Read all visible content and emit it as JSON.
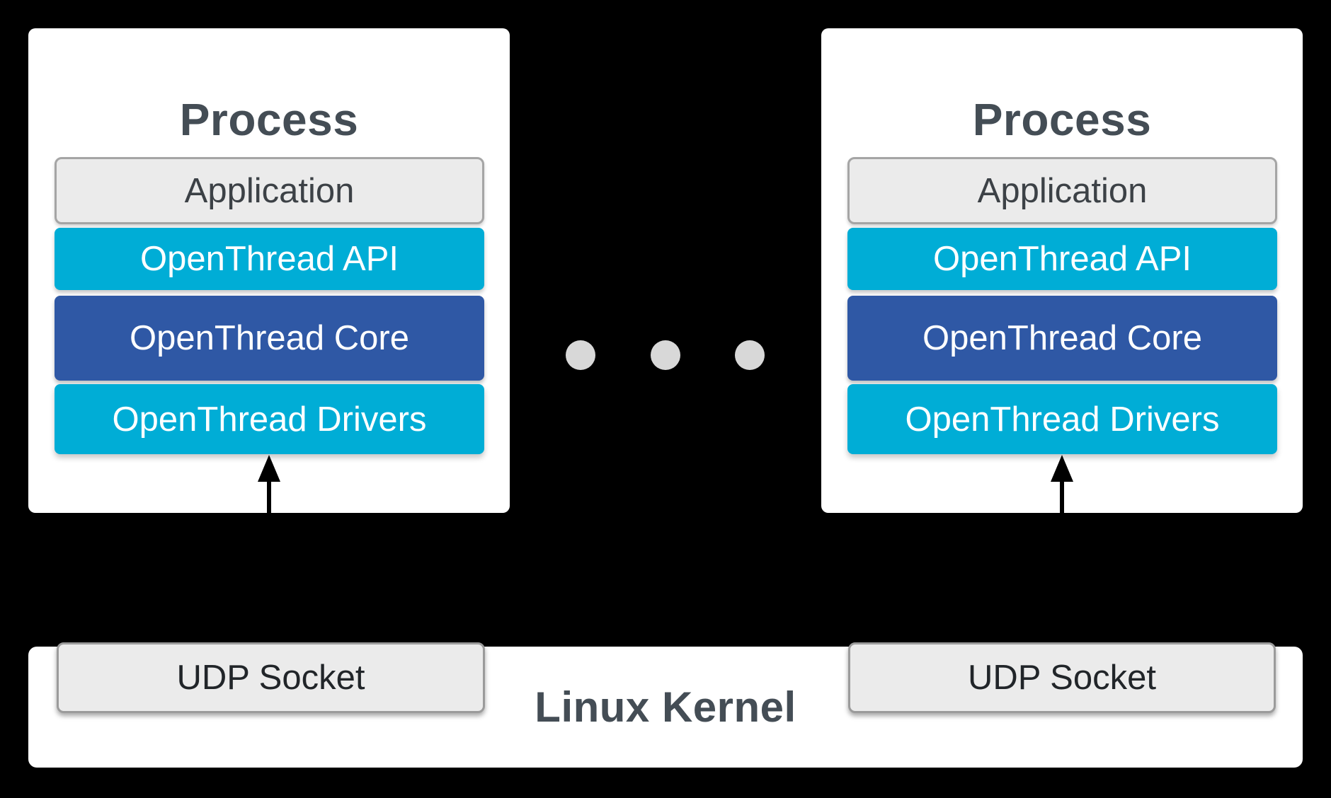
{
  "colors": {
    "background": "#000000",
    "panel": "#ffffff",
    "cyan": "#00add6",
    "dark_blue": "#2f58a5",
    "box_gray_fill": "#ebebeb",
    "box_gray_border": "#a5a5a5",
    "heading_text": "#444d55",
    "bar_text": "#ffffff",
    "dot_gray": "#d8d8d8",
    "arrow": "#000000"
  },
  "processes": [
    {
      "title": "Process",
      "layers": [
        {
          "label": "Application"
        },
        {
          "label": "OpenThread API"
        },
        {
          "label": "OpenThread Core"
        },
        {
          "label": "OpenThread Drivers"
        }
      ]
    },
    {
      "title": "Process",
      "layers": [
        {
          "label": "Application"
        },
        {
          "label": "OpenThread API"
        },
        {
          "label": "OpenThread Core"
        },
        {
          "label": "OpenThread Drivers"
        }
      ]
    }
  ],
  "ellipsis_dot_count": 3,
  "kernel": {
    "title": "Linux Kernel",
    "sockets": [
      {
        "label": "UDP Socket"
      },
      {
        "label": "UDP Socket"
      }
    ]
  }
}
